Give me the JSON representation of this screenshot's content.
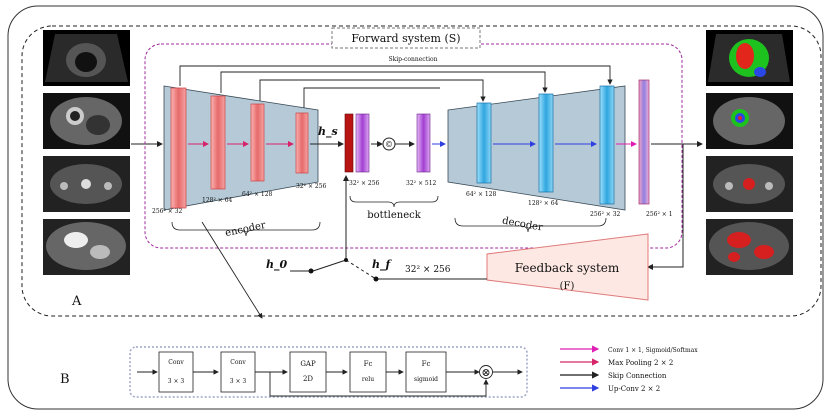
{
  "panel_a": {
    "label": "A"
  },
  "panel_b": {
    "label": "B"
  },
  "forward_system": {
    "title": "Forward system (S)",
    "skip_title": "Skip-connection"
  },
  "encoder": {
    "label": "encoder",
    "dims": [
      "256² × 32",
      "128² × 64",
      "64² × 128",
      "32² × 256"
    ]
  },
  "bottleneck": {
    "label": "bottleneck",
    "hs": "h_s",
    "dims": [
      "32² × 256",
      "32² × 512"
    ],
    "concat_symbol": "©"
  },
  "decoder": {
    "label": "decoder",
    "dims": [
      "64² × 128",
      "128² × 64",
      "256² × 32",
      "256² × 1"
    ]
  },
  "feedback": {
    "title": "Feedback system",
    "sub": "(F)",
    "h0": "h_0",
    "hf": "h_f",
    "dim": "32² × 256"
  },
  "block_b": {
    "conv1": {
      "name": "Conv",
      "kernel": "3 × 3"
    },
    "conv2": {
      "name": "Conv",
      "kernel": "3 × 3"
    },
    "gap": {
      "name": "GAP",
      "sub": "2D"
    },
    "fc1": {
      "name": "Fc",
      "sub": "relu"
    },
    "fc2": {
      "name": "Fc",
      "sub": "sigmoid"
    },
    "multiply": "⊗"
  },
  "legend": [
    {
      "label": "Conv  1 × 1, Sigmoid/Softmax",
      "color": "#e01fb5"
    },
    {
      "label": "Max Pooling  2 × 2",
      "color": "#d6246a"
    },
    {
      "label": "Skip Connection",
      "color": "#1a1a1a"
    },
    {
      "label": "Up-Conv  2 × 2",
      "color": "#2f3fe0"
    }
  ],
  "colors": {
    "encoder_block": "#f08a8a",
    "decoder_block": "#5cc2ec",
    "bottleneck_red": "#b81414",
    "bottleneck_purple": "#b455dc",
    "trapezoid": "#b5c9d6",
    "frame_purple": "#a0289e",
    "feedback_fill": "#fde8e3",
    "feedback_border": "#e07a7a"
  },
  "images_left": [
    "echocardiography scan",
    "cardiac MRI",
    "abdominal CT",
    "abdominal MRI"
  ],
  "images_right": [
    "segmented echocardiography",
    "segmented cardiac MRI",
    "segmented CT",
    "segmented MRI"
  ]
}
